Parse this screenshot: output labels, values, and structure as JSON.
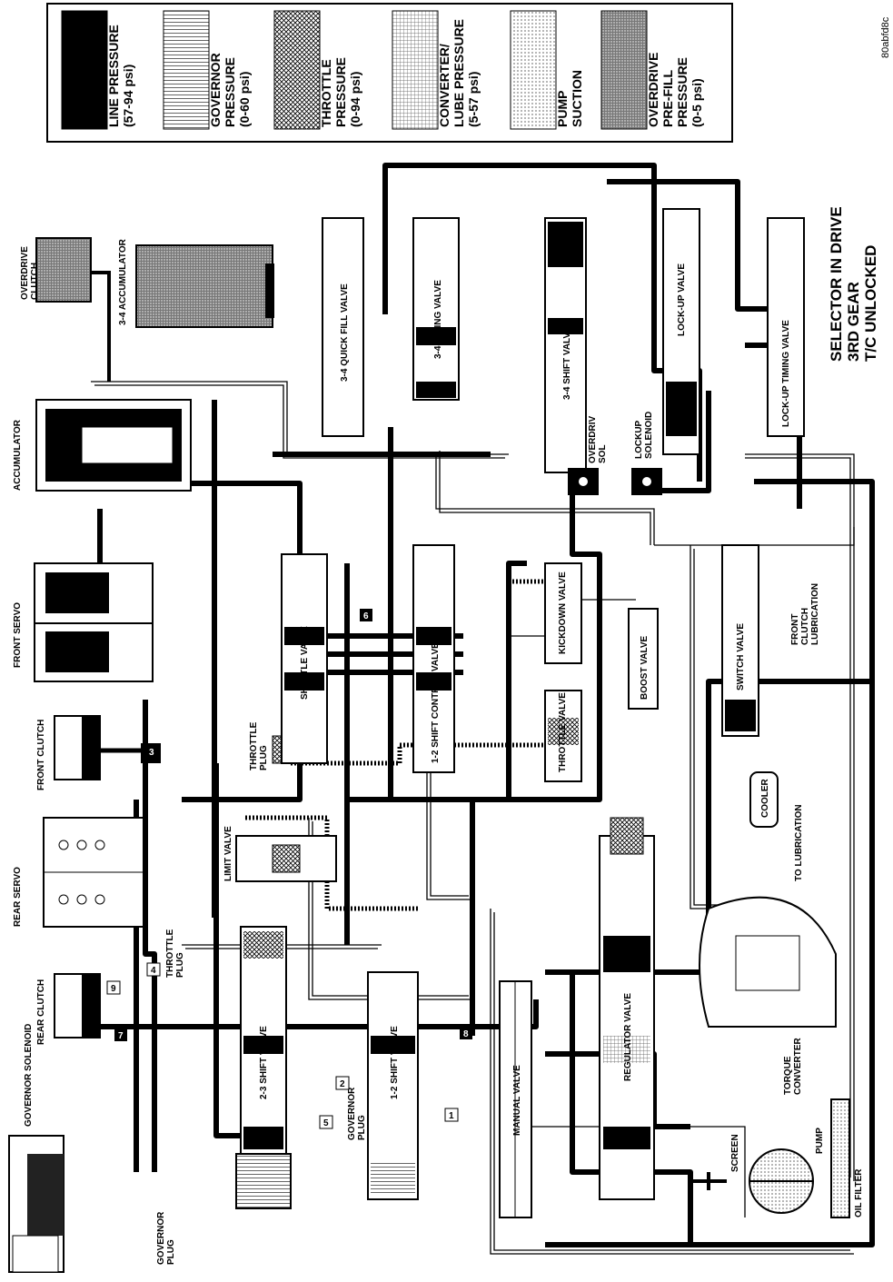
{
  "figure_code": "80abfd8c",
  "legend": [
    {
      "line1": "LINE PRESSURE",
      "line2": "(57-94 psi)",
      "line3": "",
      "line4": "",
      "pattern": "solid"
    },
    {
      "line1": "GOVERNOR",
      "line2": "PRESSURE",
      "line3": "(0-60 psi)",
      "line4": "",
      "pattern": "vlines"
    },
    {
      "line1": "THROTTLE",
      "line2": "PRESSURE",
      "line3": "(0-94 psi)",
      "line4": "",
      "pattern": "cross"
    },
    {
      "line1": "CONVERTER/",
      "line2": "LUBE PRESSURE",
      "line3": "(5-57 psi)",
      "line4": "",
      "pattern": "grid"
    },
    {
      "line1": "PUMP",
      "line2": "SUCTION",
      "line3": "",
      "line4": "",
      "pattern": "dots"
    },
    {
      "line1": "OVERDRIVE",
      "line2": "PRE-FILL",
      "line3": "PRESSURE",
      "line4": "(0-5 psi)",
      "pattern": "stipple"
    }
  ],
  "status": {
    "line1": "SELECTOR IN DRIVE",
    "line2": "3RD GEAR",
    "line3": "T/C UNLOCKED"
  },
  "labels": {
    "overdrive_clutch": [
      "OVERDRIVE",
      "CLUTCH"
    ],
    "accumulator_34": "3-4 ACCUMULATOR",
    "accumulator": "ACCUMULATOR",
    "front_servo": "FRONT SERVO",
    "front_clutch": "FRONT CLUTCH",
    "rear_servo": "REAR SERVO",
    "rear_clutch": "REAR CLUTCH",
    "governor_solenoid": "GOVERNOR SOLENOID",
    "governor_plug_left": [
      "GOVERNOR",
      "PLUG"
    ],
    "throttle_plug_upper": [
      "THROTTLE",
      "PLUG"
    ],
    "throttle_plug_lower": [
      "THROTTLE",
      "PLUG"
    ],
    "limit_valve": "LIMIT VALVE",
    "shift_23": "2-3 SHIFT VALVE",
    "shift_12": "1-2 SHIFT VALVE",
    "governor_plug_mid": [
      "GOVERNOR",
      "PLUG"
    ],
    "manual_valve": "MANUAL VALVE",
    "regulator_valve": "REGULATOR VALVE",
    "shuttle_valve": "SHUTTLE VALVE",
    "shift_control_12": "1-2 SHIFT CONTROL VALVE",
    "quick_fill_34": "3-4 QUICK FILL VALVE",
    "timing_34": "3-4 TIMING VALVE",
    "shift_34": "3-4 SHIFT VALVE",
    "overdrive_sol": [
      "OVERDRIV",
      "SOL"
    ],
    "lockup_solenoid": [
      "LOCKUP",
      "SOLENOID"
    ],
    "lockup_valve": "LOCK-UP VALVE",
    "lockup_timing": "LOCK-UP TIMING VALVE",
    "kickdown_valve": "KICKDOWN VALVE",
    "throttle_valve": "THROTTLE VALVE",
    "boost_valve": "BOOST VALVE",
    "switch_valve": "SWITCH VALVE",
    "front_clutch_lube": [
      "FRONT",
      "CLUTCH",
      "LUBRICATION"
    ],
    "cooler": "COOLER",
    "to_lubrication": "TO LUBRICATION",
    "torque_converter": [
      "TORQUE",
      "CONVERTER"
    ],
    "screen": "SCREEN",
    "pump": "PUMP",
    "oil_filter": "OIL FILTER"
  },
  "check_balls": [
    "1",
    "2",
    "3",
    "4",
    "5",
    "6",
    "7",
    "8",
    "9"
  ]
}
